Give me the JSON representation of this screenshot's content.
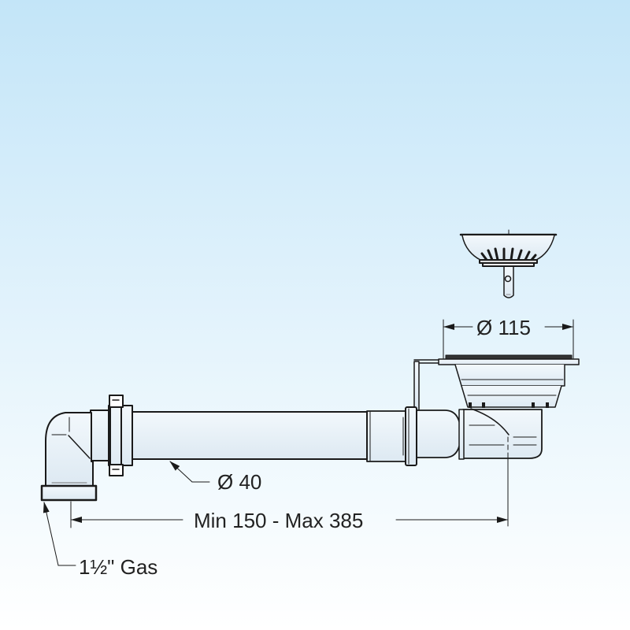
{
  "diagram": {
    "title": "Sink drain assembly with strainer basket and extendable waste pipe",
    "background_colors": {
      "top": "#c3e5f8",
      "bottom": "#ffffff"
    },
    "line_color": "#1a1a1a",
    "labels": {
      "strainer_diameter": "Ø 115",
      "pipe_diameter": "Ø 40",
      "length_range": "Min 150 - Max 385",
      "outlet_thread": "1½\" Gas"
    },
    "components": [
      {
        "name": "strainer-basket",
        "description": "Removable strainer basket with stem"
      },
      {
        "name": "sink-flange",
        "description": "Drain body with flange"
      },
      {
        "name": "horizontal-pipe",
        "description": "Telescopic waste pipe"
      },
      {
        "name": "elbow",
        "description": "90° elbow outlet"
      }
    ]
  }
}
